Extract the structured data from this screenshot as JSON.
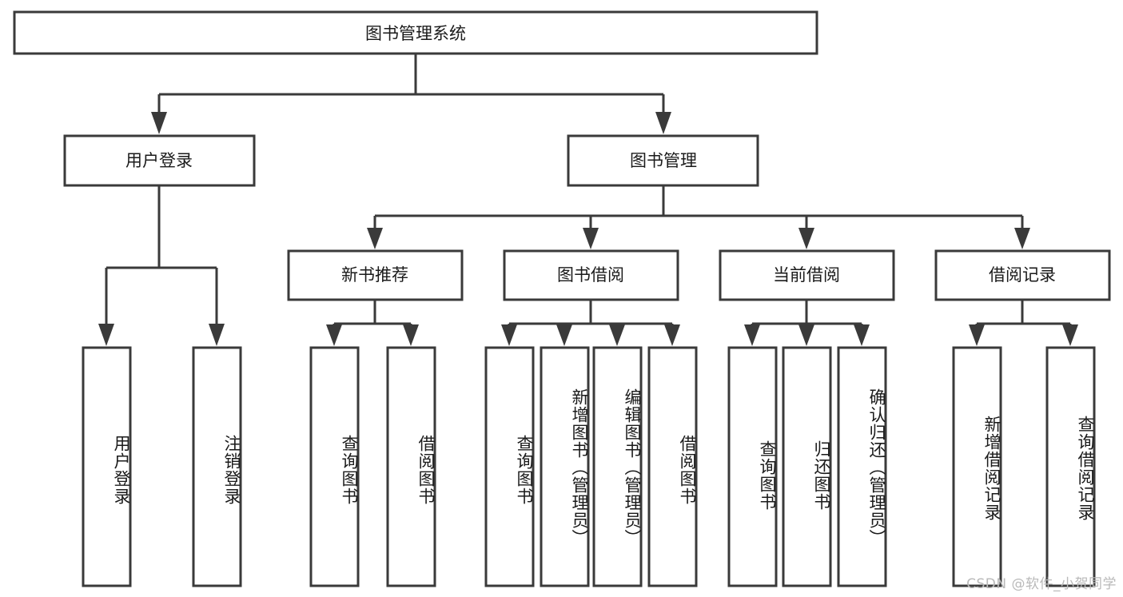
{
  "diagram": {
    "type": "tree-hierarchy",
    "title": "图书管理系统",
    "orientation": "top-down",
    "colors": {
      "box_fill": "#ffffff",
      "box_stroke": "#3a3a3a",
      "connector": "#3a3a3a",
      "text": "#1a1a1a",
      "watermark": "#b9b9b9",
      "background": "#ffffff"
    },
    "root": {
      "label": "图书管理系统"
    },
    "level2": [
      {
        "label": "用户登录"
      },
      {
        "label": "图书管理"
      }
    ],
    "level3": [
      {
        "label": "新书推荐"
      },
      {
        "label": "图书借阅"
      },
      {
        "label": "当前借阅"
      },
      {
        "label": "借阅记录"
      }
    ],
    "leaves": {
      "user_login": [
        {
          "label": "用户登录"
        },
        {
          "label": "注销登录"
        }
      ],
      "new_book_recommend": [
        {
          "label": "查询图书"
        },
        {
          "label": "借阅图书"
        }
      ],
      "book_borrow": [
        {
          "label": "查询图书"
        },
        {
          "label": "新增图书（管理员）"
        },
        {
          "label": "编辑图书（管理员）"
        },
        {
          "label": "借阅图书"
        }
      ],
      "current_borrow": [
        {
          "label": "查询图书"
        },
        {
          "label": "归还图书"
        },
        {
          "label": "确认归还（管理员）"
        }
      ],
      "borrow_record": [
        {
          "label": "新增借阅记录"
        },
        {
          "label": "查询借阅记录"
        }
      ]
    }
  },
  "watermark": {
    "text": "CSDN @软件_小贺同学"
  }
}
